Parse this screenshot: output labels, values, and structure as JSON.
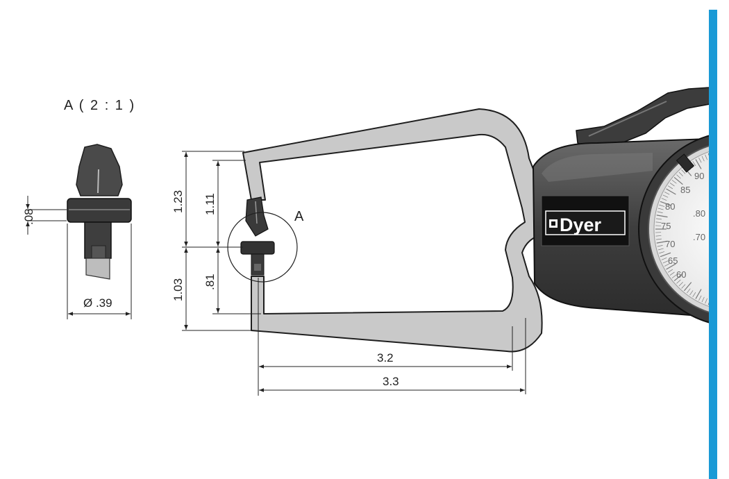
{
  "detail": {
    "title": "A ( 2 : 1 )",
    "thickness_dim": ".08",
    "diameter_dim": "Ø .39"
  },
  "callout": {
    "label": "A"
  },
  "dimensions": {
    "outer_upper": "1.23",
    "inner_upper": "1.11",
    "outer_lower": "1.03",
    "inner_lower": ".81",
    "depth_inner": "3.2",
    "depth_outer": "3.3"
  },
  "brand": {
    "name": "Dyer"
  },
  "dial": {
    "labels": [
      "90",
      "85",
      "80",
      ".80",
      "75",
      "70",
      ".70",
      "65",
      "60"
    ]
  },
  "colors": {
    "accent_bar": "#1a9ad6",
    "frame_fill": "#c8c8c8",
    "body_dark": "#454545",
    "brand_plate": "#111111"
  }
}
